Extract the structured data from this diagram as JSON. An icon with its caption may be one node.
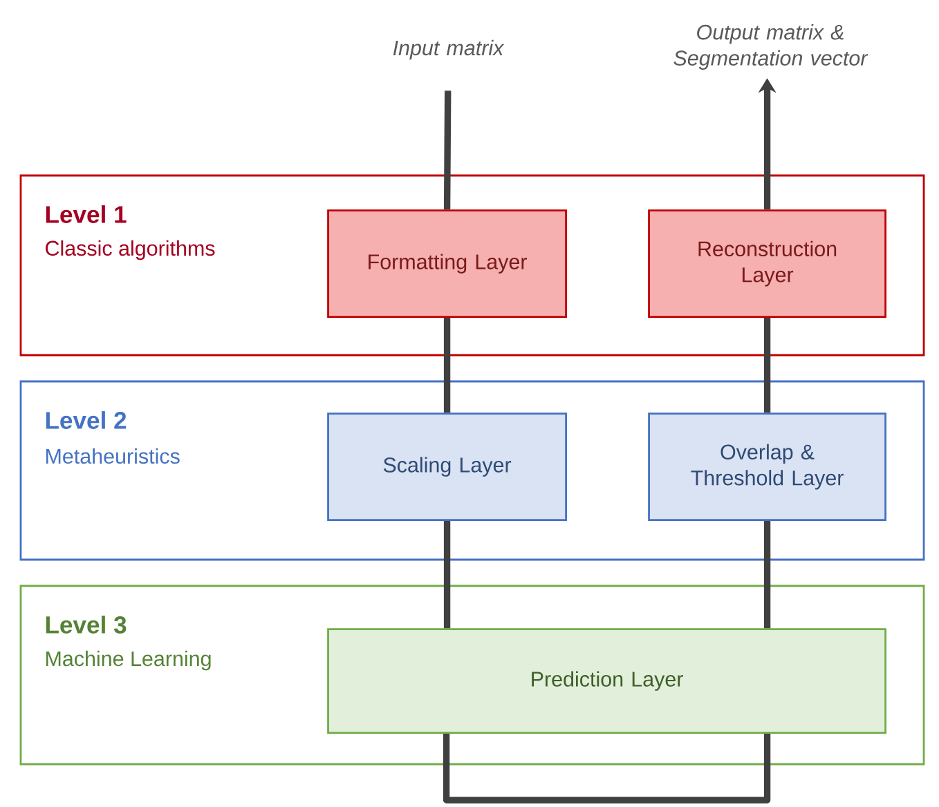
{
  "diagram": {
    "nodes": [
      {
        "text": [
          "Input matrix"
        ]
      },
      {
        "text": [
          "Output matrix & Segmentation vector"
        ]
      },
      {
        "text": [
          "Level 1",
          "Classic algorithms"
        ]
      },
      {
        "text": [
          "Formatting Layer"
        ],
        "in": 2
      },
      {
        "text": [
          "Reconstruction Layer"
        ],
        "in": 2
      },
      {
        "text": [
          "Level 2",
          "Metaheuristics"
        ]
      },
      {
        "text": [
          "Scaling Layer"
        ],
        "in": 5
      },
      {
        "text": [
          "Overlap & Threshold Layer"
        ],
        "in": 5
      },
      {
        "text": [
          "Level 3",
          "Machine Learning"
        ]
      },
      {
        "text": [
          "Prediction Layer"
        ],
        "in": 8
      }
    ],
    "edges": [
      {
        "from": 0,
        "to": 3,
        "arrow": "none"
      },
      {
        "from": 3,
        "to": 6,
        "arrow": "none"
      },
      {
        "from": 6,
        "to": 9,
        "arrow": "none"
      },
      {
        "from": 9,
        "to": 9,
        "arrow": "none"
      },
      {
        "from": 9,
        "to": 7,
        "arrow": "none"
      },
      {
        "from": 7,
        "to": 4,
        "arrow": "none"
      },
      {
        "from": 4,
        "to": 1,
        "arrow": "to"
      }
    ]
  }
}
